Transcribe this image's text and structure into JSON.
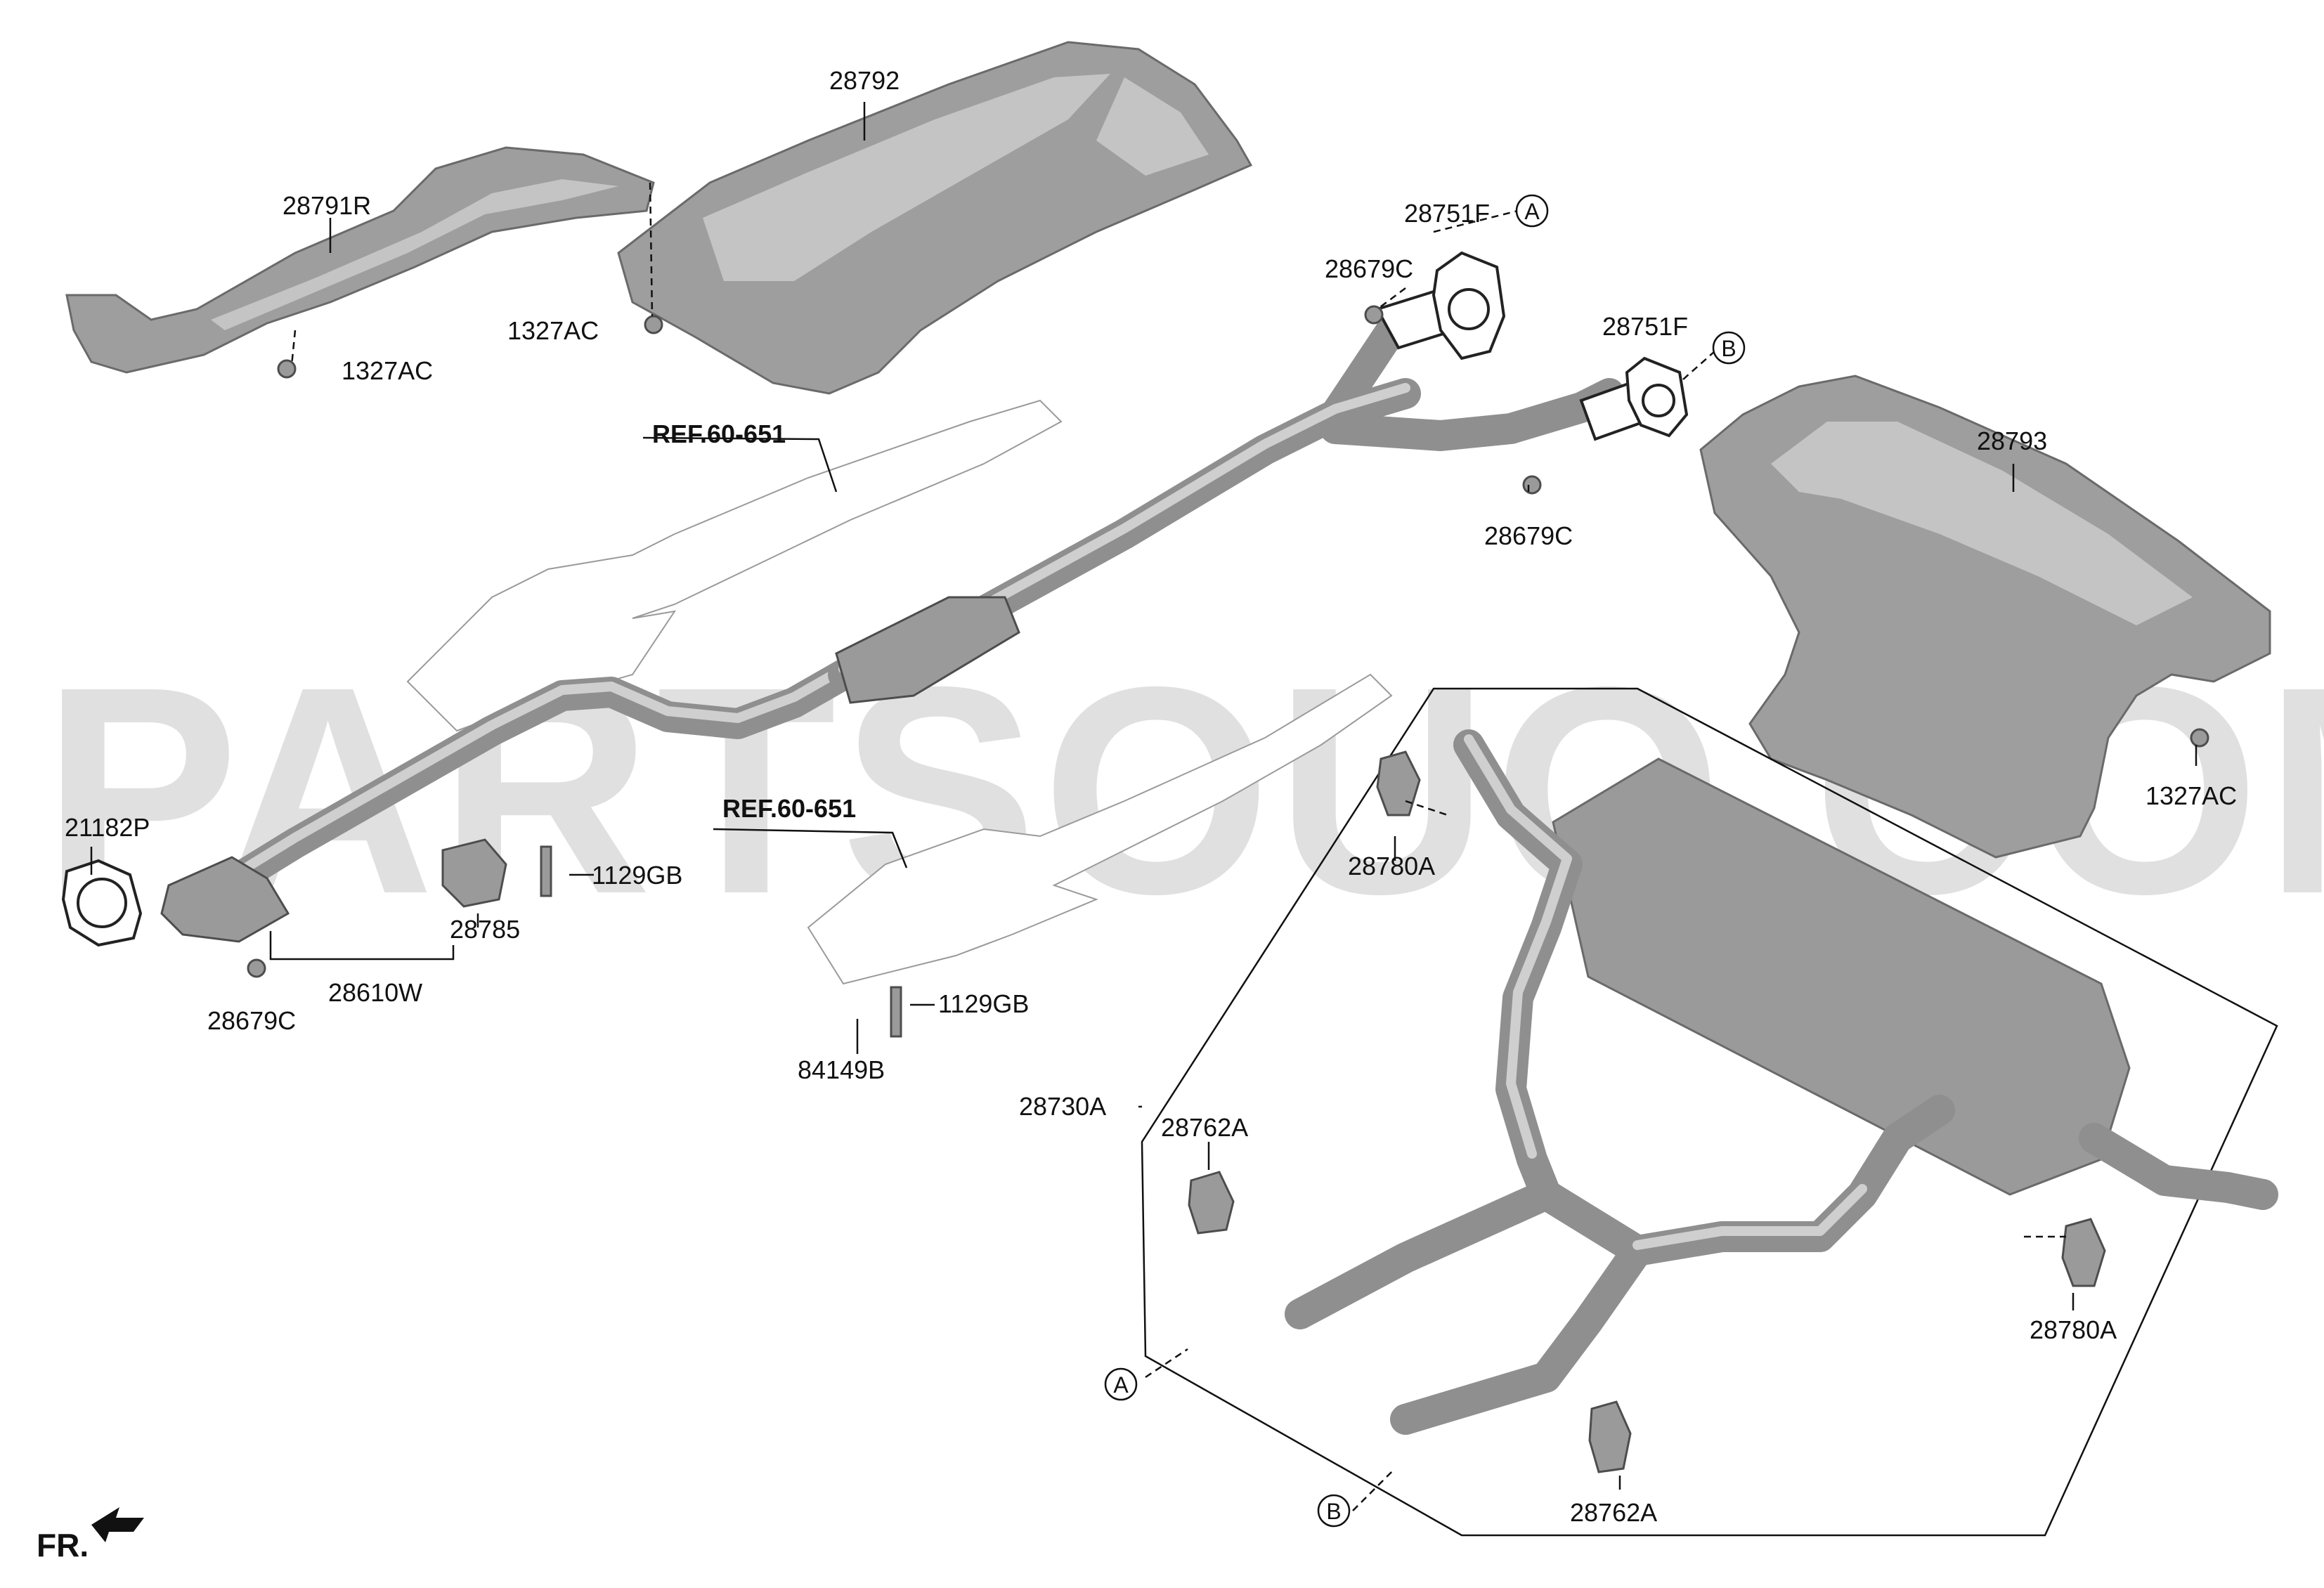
{
  "watermark": "PARTSOUQ.COM",
  "direction": {
    "label": "FR."
  },
  "references": [
    "REF.60-651",
    "REF.60-651"
  ],
  "circle_markers": [
    "A",
    "B",
    "A",
    "B"
  ],
  "part_labels": [
    "28792",
    "28791R",
    "1327AC",
    "1327AC",
    "28751F",
    "28679C",
    "28751F",
    "28679C",
    "28793",
    "1327AC",
    "21182P",
    "1129GB",
    "28785",
    "28610W",
    "28679C",
    "1129GB",
    "84149B",
    "28780A",
    "28730A",
    "28762A",
    "28780A",
    "28762A"
  ]
}
